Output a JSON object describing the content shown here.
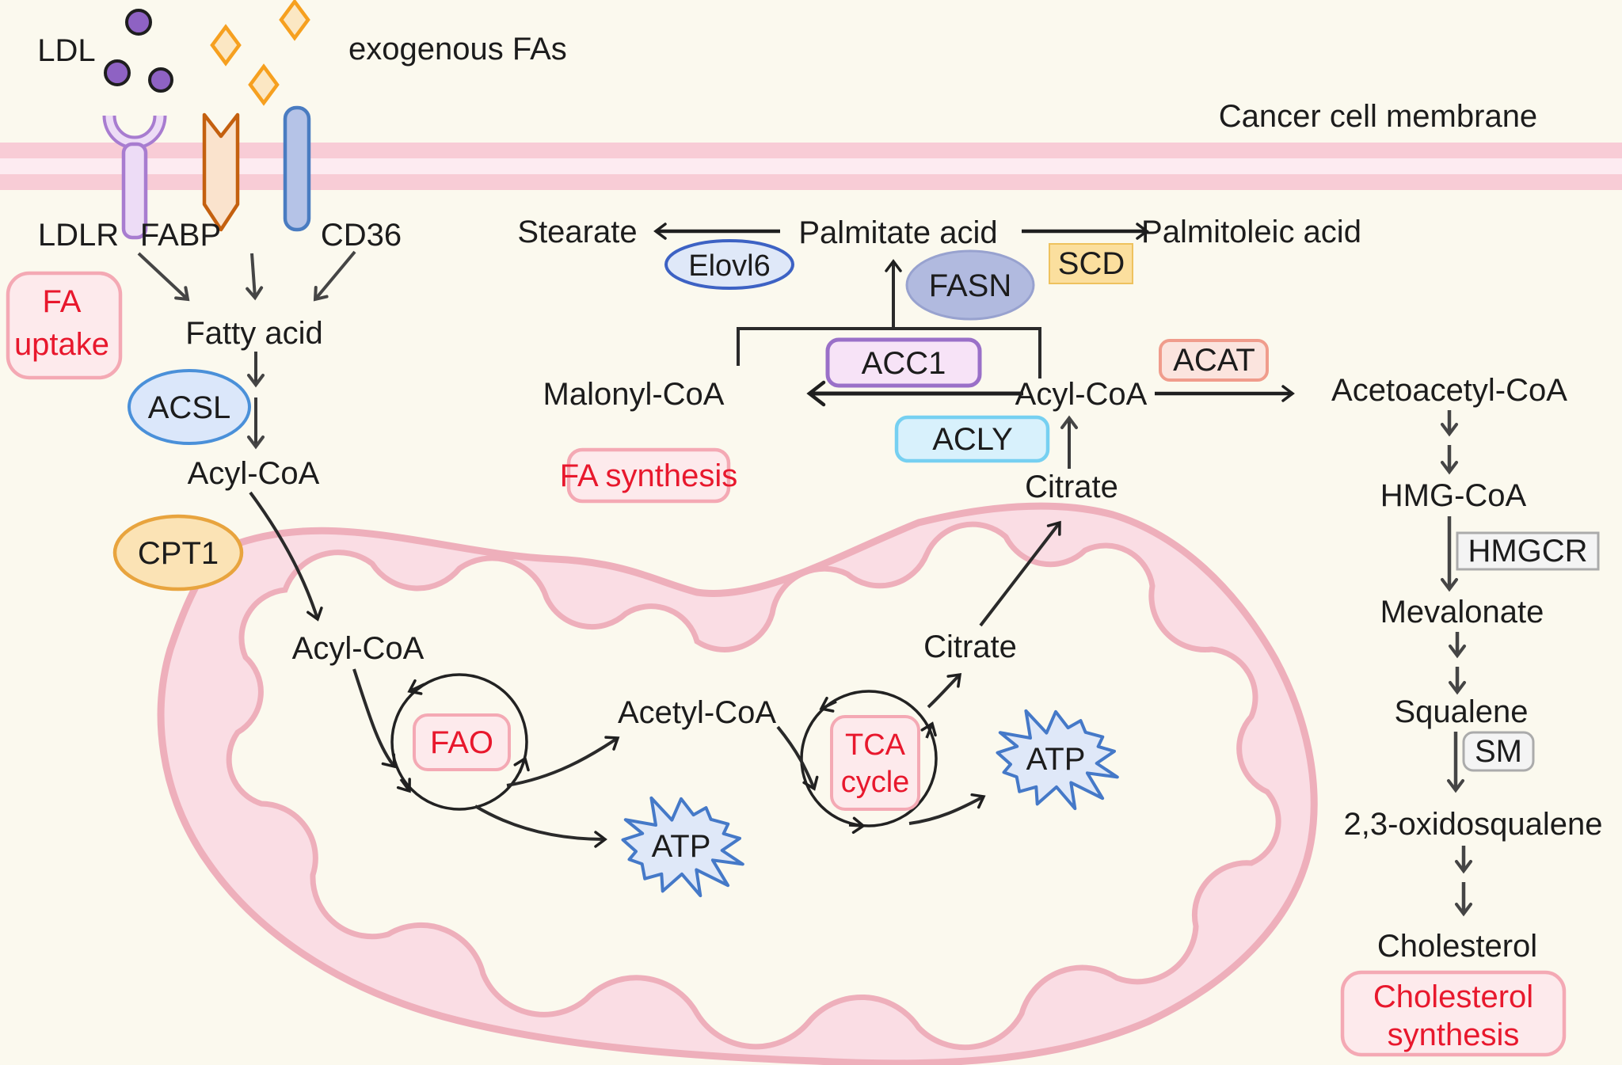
{
  "membrane": {
    "label": "Cancer cell membrane"
  },
  "uptake": {
    "ldl": "LDL",
    "exogenous_fas": "exogenous FAs",
    "ldlr": "LDLR",
    "fabp": "FABP",
    "cd36": "CD36",
    "box_line1": "FA",
    "box_line2": "uptake",
    "fatty_acid": "Fatty acid",
    "acsl": "ACSL",
    "acyl_coa": "Acyl-CoA",
    "cpt1": "CPT1"
  },
  "mitochondria": {
    "acyl_coa": "Acyl-CoA",
    "fao": "FAO",
    "acetyl_coa": "Acetyl-CoA",
    "atp_left": "ATP",
    "tca_line1": "TCA",
    "tca_line2": "cycle",
    "atp_right": "ATP",
    "citrate": "Citrate"
  },
  "fa_synthesis": {
    "box": "FA synthesis",
    "malonyl_coa": "Malonyl-CoA",
    "acc1": "ACC1",
    "acly": "ACLY",
    "citrate": "Citrate",
    "acyl_coa": "Acyl-CoA",
    "stearate": "Stearate",
    "elovl6": "Elovl6",
    "palmitate_acid": "Palmitate acid",
    "fasn": "FASN",
    "scd": "SCD",
    "palmitoleic_acid": "Palmitoleic acid"
  },
  "cholesterol": {
    "acat": "ACAT",
    "acetoacetyl_coa": "Acetoacetyl-CoA",
    "hmg_coa": "HMG-CoA",
    "hmgcr": "HMGCR",
    "mevalonate": "Mevalonate",
    "squalene": "Squalene",
    "sm": "SM",
    "oxidosqualene": "2,3-oxidosqualene",
    "cholesterol": "Cholesterol",
    "box_line1": "Cholesterol",
    "box_line2": "synthesis"
  },
  "colors": {
    "background": "#fbf9ee",
    "membrane_dark": "#f8ccd6",
    "membrane_light": "#fdebf1",
    "mito_fill": "#fadde4",
    "mito_edge": "#eeafbb",
    "pink_box_fill": "#fdeaec",
    "pink_box_edge": "#f4a9b4",
    "red_text": "#e8182d",
    "ldl_particle": "#8e62c3",
    "fa_diamond_fill": "#fbe7c3",
    "fa_diamond_edge": "#f6a01f",
    "ldlr_fill": "#eddcf6",
    "ldlr_edge": "#a87cd0",
    "fabp_fill": "#fae3cd",
    "fabp_edge": "#c4600f",
    "cd36_fill": "#b5c3e7",
    "cd36_edge": "#4a7cc1",
    "acsl_fill": "#dbe7fa",
    "acsl_edge": "#4a90d9",
    "cpt1_fill": "#fbe3b5",
    "cpt1_edge": "#e8a43e",
    "elovl6_fill": "#dfe8f8",
    "elovl6_edge": "#3d62c4",
    "fasn_fill": "#b1badf",
    "acc1_fill": "#f7e3f7",
    "acc1_edge": "#9a70c8",
    "acly_fill": "#d8f1fc",
    "acly_edge": "#76d0f1",
    "scd_fill": "#fbdf9e",
    "acat_fill": "#fbe4de",
    "acat_edge": "#f09c8c",
    "gray_box_fill": "#f4f4f4",
    "gray_box_edge": "#ababab",
    "atp_fill": "#dfe8f8",
    "atp_edge": "#4579c8"
  }
}
